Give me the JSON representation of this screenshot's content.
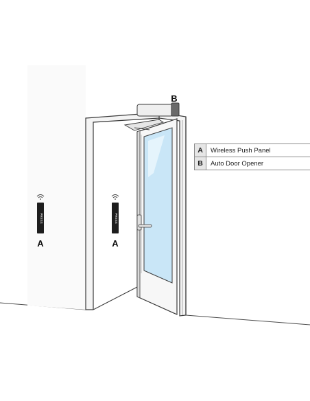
{
  "labels": {
    "panel_left": "A",
    "panel_center": "A",
    "opener": "B",
    "panel_text": "PRESS"
  },
  "legend": [
    {
      "key": "A",
      "desc": "Wireless Push Panel"
    },
    {
      "key": "B",
      "desc": "Auto Door Opener"
    }
  ],
  "colors": {
    "line": "#3a3a3a",
    "glass": "#c9e6f7",
    "frame": "#f4f4f4",
    "shadow": "#d9d9d9",
    "panel": "#1d1d1d",
    "opener_body": "#efefef",
    "opener_cap": "#6a6a6a"
  },
  "icons": [
    "wifi-icon",
    "wifi-icon"
  ]
}
